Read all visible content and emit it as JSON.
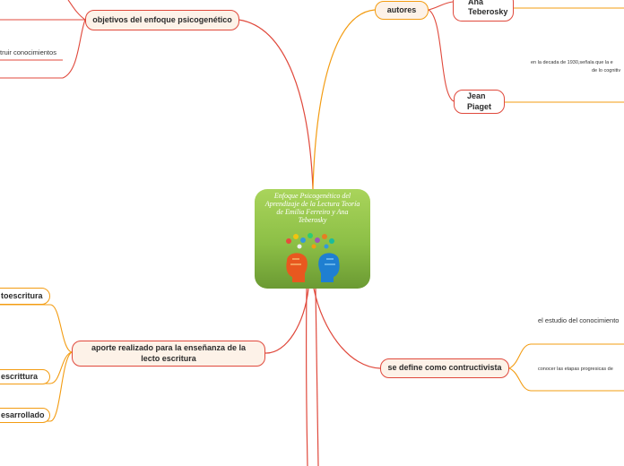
{
  "central": {
    "title": "Enfoque Psicogenético del Aprendizaje de la Lectura Teoría de Emilia Ferreiro y Ana Teberosky",
    "image_icon": "two-heads-ideas-illustration"
  },
  "nodes": {
    "objetivos": "objetivos del enfoque psicogenético",
    "autores": "autores",
    "ana": "Ana\nTeberosky",
    "jean": "Jean\nPiaget",
    "aporte": "aporte realizado para la enseñanza de la lecto escritura",
    "define": "se define como contructivista"
  },
  "leaves": {
    "construir": "truir conocimientos",
    "piaget_desc_1": "en la decada de 1930,señala que la e",
    "piaget_desc_2": "de lo cognitiv",
    "estudio": "el estudio del conocimiento",
    "etapas": "conocer las etapas progresicas de"
  },
  "left_labels": {
    "autoescritura": "toescritura",
    "escritura": "escrittura",
    "desarrollado": "esarrollado"
  },
  "colors": {
    "red": "#e0493c",
    "orange": "#f39c12",
    "node_fill": "#fdf2e8",
    "central_green": "#8cbf46"
  }
}
